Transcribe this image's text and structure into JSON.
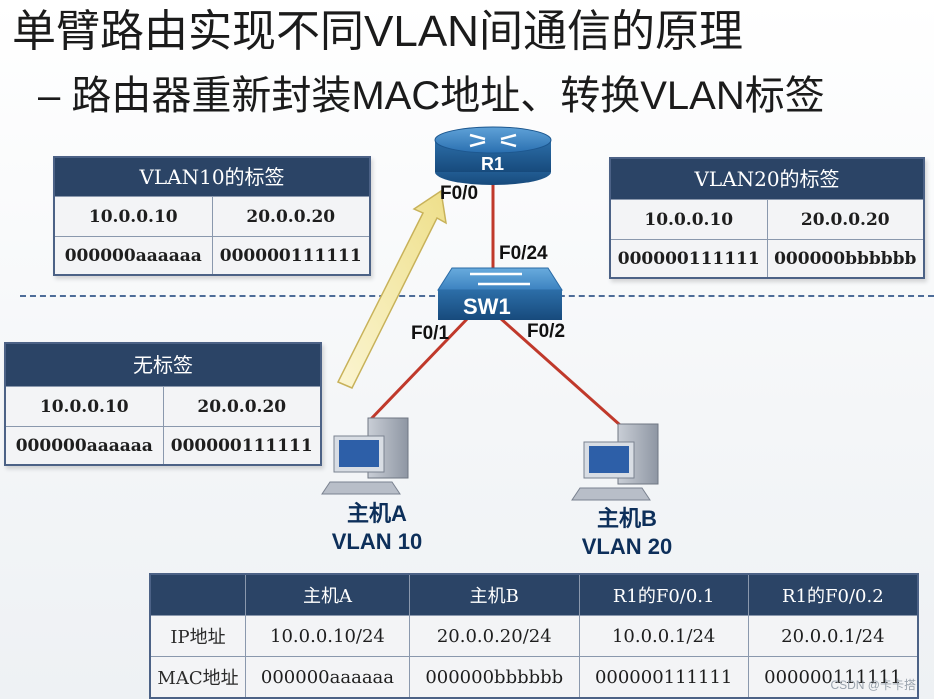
{
  "title": "单臂路由实现不同VLAN间通信的原理",
  "subtitle": "– 路由器重新封装MAC地址、转换VLAN标签",
  "tables": {
    "vlan10": {
      "header": "VLAN10的标签",
      "ip": [
        "10.0.0.10",
        "20.0.0.20"
      ],
      "mac": [
        "000000aaaaaa",
        "000000111111"
      ]
    },
    "vlan20": {
      "header": "VLAN20的标签",
      "ip": [
        "10.0.0.10",
        "20.0.0.20"
      ],
      "mac": [
        "000000111111",
        "000000bbbbbb"
      ]
    },
    "untagged": {
      "header": "无标签",
      "ip": [
        "10.0.0.10",
        "20.0.0.20"
      ],
      "mac": [
        "000000aaaaaa",
        "000000111111"
      ]
    }
  },
  "devices": {
    "router": {
      "name": "R1",
      "port": "F0/0"
    },
    "switch": {
      "name": "SW1",
      "port_up": "F0/24",
      "port_left": "F0/1",
      "port_right": "F0/2"
    },
    "host_a": {
      "name": "主机A",
      "vlan": "VLAN 10"
    },
    "host_b": {
      "name": "主机B",
      "vlan": "VLAN 20"
    }
  },
  "summary": {
    "columns": [
      "",
      "主机A",
      "主机B",
      "R1的F0/0.1",
      "R1的F0/0.2"
    ],
    "rows": [
      {
        "label": "IP地址",
        "values": [
          "10.0.0.10/24",
          "20.0.0.20/24",
          "10.0.0.1/24",
          "20.0.0.1/24"
        ]
      },
      {
        "label": "MAC地址",
        "values": [
          "000000aaaaaa",
          "000000bbbbbb",
          "000000111111",
          "000000111111"
        ]
      }
    ]
  },
  "colors": {
    "table_header": "#2b4466",
    "router_blue": "#1f5f9e",
    "link_red": "#c0392b",
    "arrow_yellow": "#f3e7a2"
  },
  "watermark": "CSDN @卡卡搭"
}
